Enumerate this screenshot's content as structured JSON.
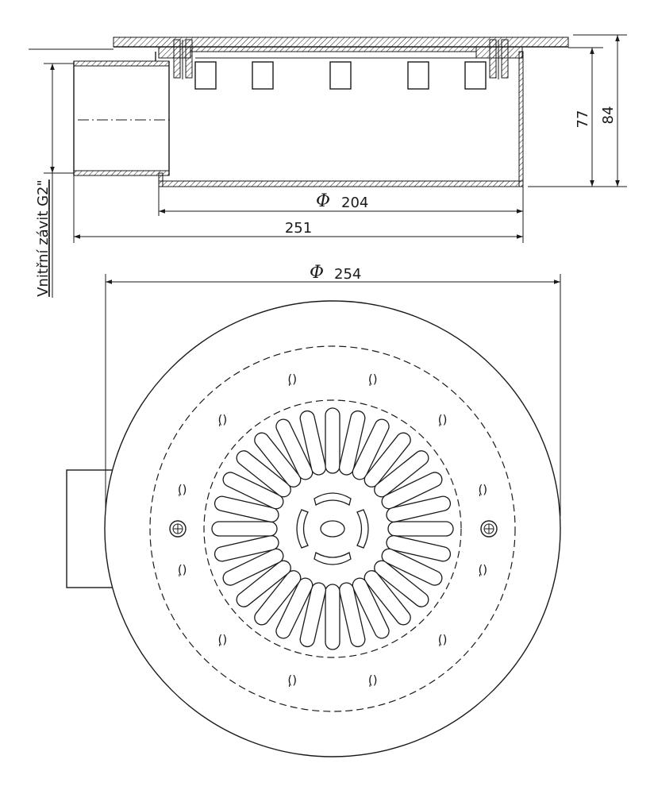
{
  "drawing": {
    "side_view": {
      "dim_inner_diameter": {
        "symbol": "Φ",
        "value": "204"
      },
      "dim_length": "251",
      "dim_height_inner": "77",
      "dim_height_total": "84",
      "thread_label": "Vnitřní závit G2\""
    },
    "top_view": {
      "dim_outer_diameter": {
        "symbol": "Φ",
        "value": "254"
      },
      "grate_slot_count": 28,
      "mounting_screws": 2,
      "perimeter_marks": 12
    }
  }
}
